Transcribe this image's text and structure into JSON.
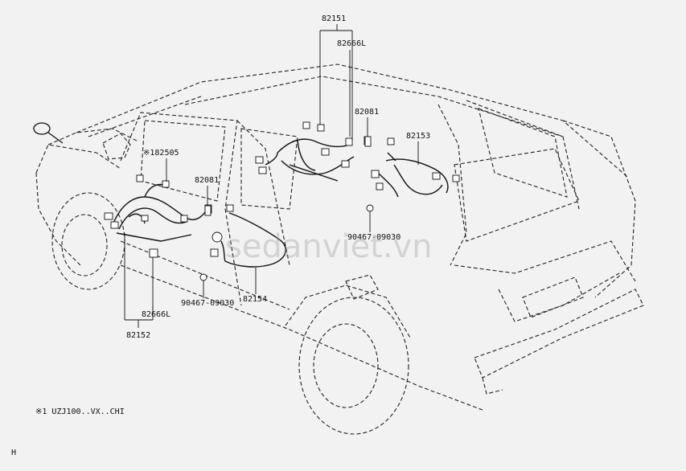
{
  "diagram": {
    "labels": {
      "p82151": "82151",
      "p82666l_top": "82666L",
      "p82081_right": "82081",
      "p82153": "82153",
      "p182505": "※182505",
      "p82081_left": "82081",
      "p90467_right": "90467-09030",
      "p90467_left": "90467-09030",
      "p82154": "82154",
      "p82666l_bottom": "82666L",
      "p82152": "82152"
    },
    "footnote": "※1 UZJ100..VX..CHI",
    "corner_mark": "H",
    "watermark": "sedanviet.vn"
  }
}
